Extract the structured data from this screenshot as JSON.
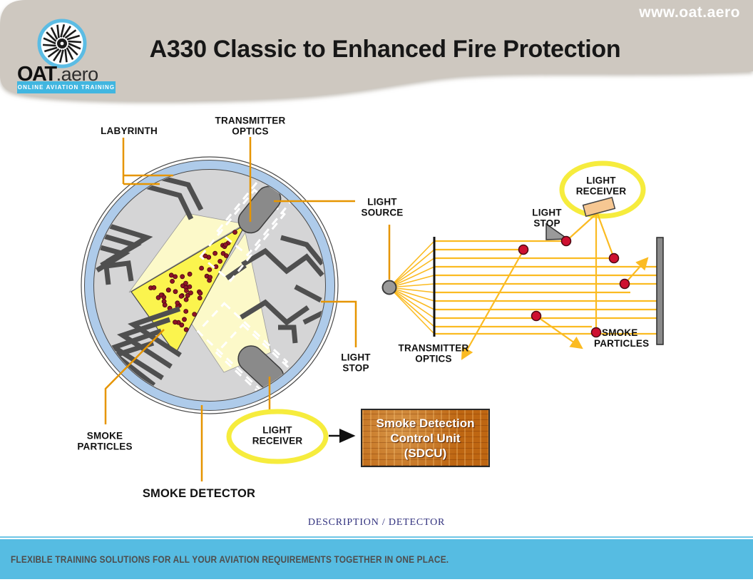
{
  "header": {
    "website": "www.oat.aero",
    "title": "A330 Classic to Enhanced Fire Protection",
    "logo": {
      "brand_bold": "OAT",
      "brand_suffix": ".aero",
      "tagline": "ONLINE AVIATION TRAINING"
    }
  },
  "detector_diagram": {
    "labels": {
      "labyrinth": "LABYRINTH",
      "transmitter_optics": [
        "TRANSMITTER",
        "OPTICS"
      ],
      "light_source": [
        "LIGHT",
        "SOURCE"
      ],
      "light_stop": [
        "LIGHT",
        "STOP"
      ],
      "smoke_particles": [
        "SMOKE",
        "PARTICLES"
      ],
      "light_receiver": [
        "LIGHT",
        "RECEIVER"
      ],
      "smoke_detector": "SMOKE DETECTOR"
    }
  },
  "scatter_diagram": {
    "labels": {
      "light_receiver": [
        "LIGHT",
        "RECEIVER"
      ],
      "light_stop": [
        "LIGHT",
        "STOP"
      ],
      "transmitter_optics": [
        "TRANSMITTER",
        "OPTICS"
      ],
      "smoke_particles": [
        "SMOKE",
        "PARTICLES"
      ]
    }
  },
  "sdcu": {
    "lines": [
      "Smoke Detection",
      "Control Unit",
      "(SDCU)"
    ]
  },
  "footer": {
    "section": "DESCRIPTION / DETECTOR",
    "tagline": "FLEXIBLE TRAINING SOLUTIONS FOR ALL YOUR AVIATION REQUIREMENTS TOGETHER IN ONE PLACE."
  },
  "colors": {
    "header_bg": "#CEC8C0",
    "footer_bg": "#56BCE2",
    "ring_blue": "#AECBEA",
    "chamber_gray": "#D5D5D6",
    "wall_gray": "#4F4F4F",
    "beam_bright": "#FBF44E",
    "beam_pale": "#FCF9C9",
    "ray_yellow": "#FBBB22",
    "leader_orange": "#E69500",
    "particle_red": "#CE1030",
    "highlight_yellow": "#F6EC3D",
    "sdcu_bg": "#BE6612",
    "section_text": "#31317E"
  }
}
